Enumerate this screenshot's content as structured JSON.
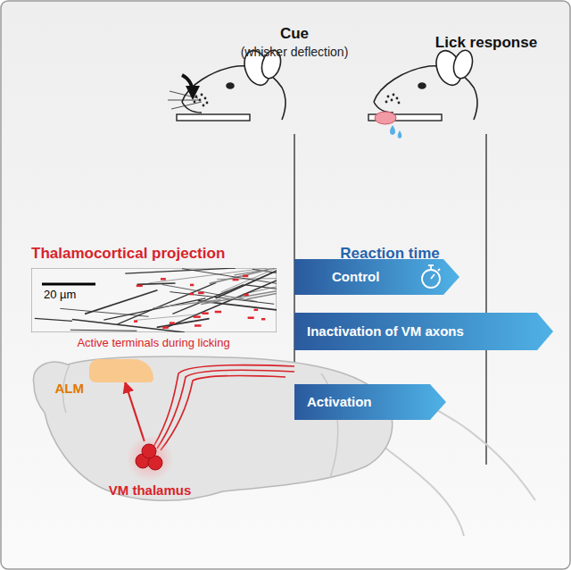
{
  "diagram": {
    "nodes": [
      {
        "text": [
          "Control"
        ]
      },
      {
        "text": [
          "Inactivation of VM axons"
        ]
      },
      {
        "text": [
          "Activation"
        ]
      },
      {
        "text": [
          "20 µm"
        ]
      },
      {
        "text": [
          "ALM"
        ]
      },
      {
        "text": [
          "VM thalamus"
        ]
      }
    ],
    "edges": [
      {
        "from": 5,
        "to": 4,
        "arrow": "to"
      }
    ],
    "labels": [
      "Cue",
      "(whisker deflection)",
      "Lick response",
      "Thalamocortical projection",
      "Reaction time",
      "Active terminals during licking"
    ]
  }
}
